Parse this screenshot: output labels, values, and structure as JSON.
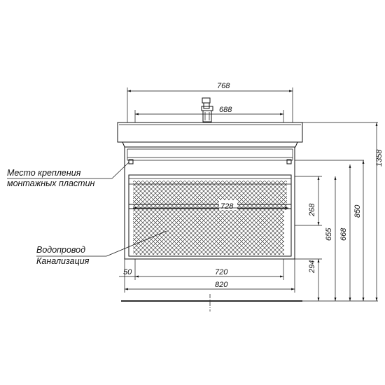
{
  "labels": {
    "mounting_line1": "Место крепления",
    "mounting_line2": "монтажных пластин",
    "plumbing_line1": "Водопровод",
    "plumbing_line2": "Канализация"
  },
  "dimensions": {
    "top_width": "768",
    "basin_inner": "688",
    "drawer_width": "728",
    "inner_width": "720",
    "total_width": "820",
    "left_offset": "50",
    "drawer_height": "268",
    "bottom_height": "294",
    "height_655": "655",
    "height_668": "668",
    "height_850": "850",
    "height_1358": "1358"
  }
}
